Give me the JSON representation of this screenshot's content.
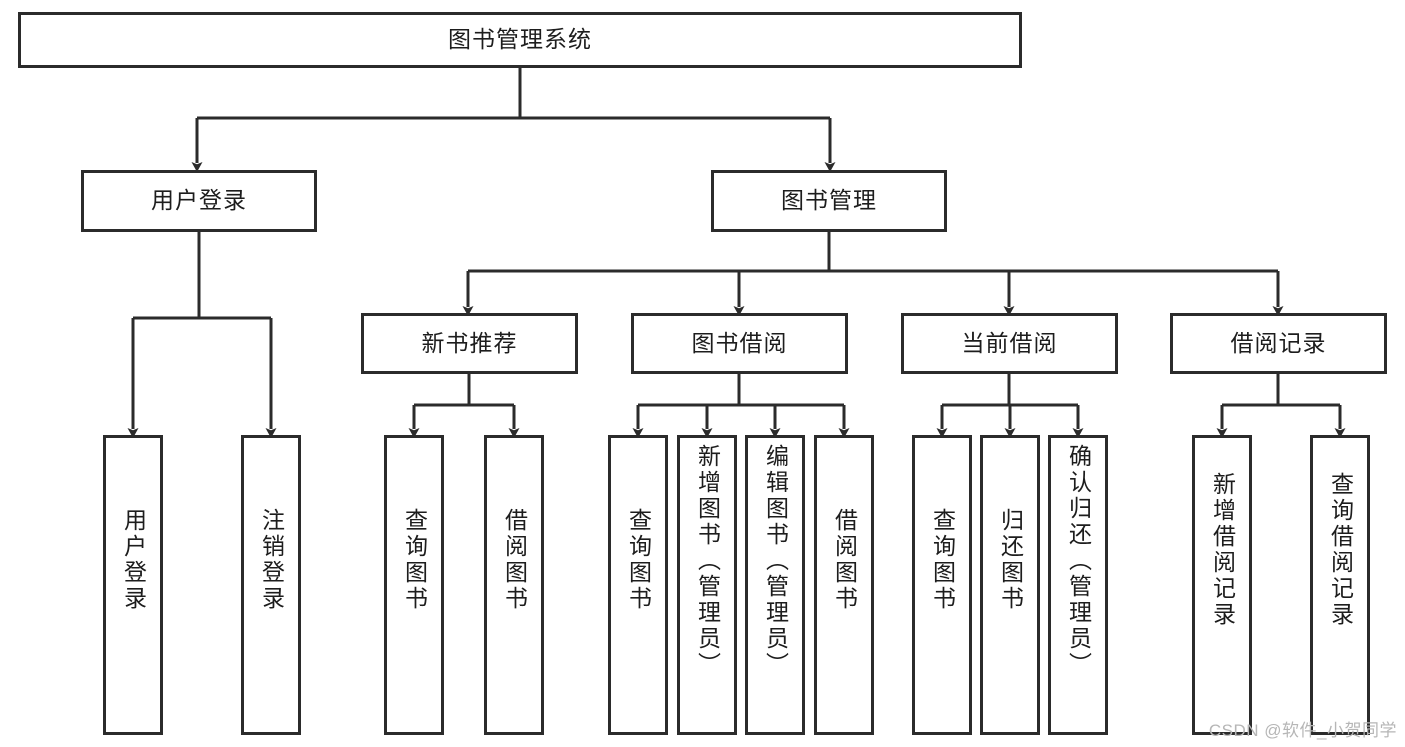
{
  "diagram": {
    "type": "tree",
    "title": "图书管理系统",
    "watermark": "CSDN @软件_小贺同学",
    "colors": {
      "stroke": "#2b2b2b",
      "fill": "#ffffff",
      "text": "#1d1d1d",
      "watermark": "#b6b6b6"
    },
    "levels": {
      "root": "图书管理系统",
      "level2": [
        "用户登录",
        "图书管理"
      ],
      "level3": [
        "新书推荐",
        "图书借阅",
        "当前借阅",
        "借阅记录"
      ]
    },
    "nodes": {
      "root": {
        "label": "图书管理系统",
        "orientation": "horizontal"
      },
      "user_login": {
        "label": "用户登录",
        "orientation": "horizontal"
      },
      "book_manage": {
        "label": "图书管理",
        "orientation": "horizontal"
      },
      "new_book_rec": {
        "label": "新书推荐",
        "orientation": "horizontal"
      },
      "book_borrow": {
        "label": "图书借阅",
        "orientation": "horizontal"
      },
      "current_borrow": {
        "label": "当前借阅",
        "orientation": "horizontal"
      },
      "borrow_record": {
        "label": "借阅记录",
        "orientation": "horizontal"
      },
      "leaf_user_login": {
        "label": "用户登录",
        "orientation": "vertical"
      },
      "leaf_logout": {
        "label": "注销登录",
        "orientation": "vertical"
      },
      "leaf_query_book_1": {
        "label": "查询图书",
        "orientation": "vertical"
      },
      "leaf_borrow_book_1": {
        "label": "借阅图书",
        "orientation": "vertical"
      },
      "leaf_query_book_2": {
        "label": "查询图书",
        "orientation": "vertical"
      },
      "leaf_add_book": {
        "label": "新增图书（管理员）",
        "orientation": "vertical"
      },
      "leaf_edit_book": {
        "label": "编辑图书（管理员）",
        "orientation": "vertical"
      },
      "leaf_borrow_book_2": {
        "label": "借阅图书",
        "orientation": "vertical"
      },
      "leaf_query_book_3": {
        "label": "查询图书",
        "orientation": "vertical"
      },
      "leaf_return_book": {
        "label": "归还图书",
        "orientation": "vertical"
      },
      "leaf_confirm_return": {
        "label": "确认归还（管理员）",
        "orientation": "vertical"
      },
      "leaf_add_record": {
        "label": "新增借阅记录",
        "orientation": "vertical"
      },
      "leaf_query_record": {
        "label": "查询借阅记录",
        "orientation": "vertical"
      }
    },
    "edges": [
      {
        "from": "图书管理系统",
        "to": "用户登录"
      },
      {
        "from": "图书管理系统",
        "to": "图书管理"
      },
      {
        "from": "用户登录",
        "to": "用户登录"
      },
      {
        "from": "用户登录",
        "to": "注销登录"
      },
      {
        "from": "图书管理",
        "to": "新书推荐"
      },
      {
        "from": "图书管理",
        "to": "图书借阅"
      },
      {
        "from": "图书管理",
        "to": "当前借阅"
      },
      {
        "from": "图书管理",
        "to": "借阅记录"
      },
      {
        "from": "新书推荐",
        "to": "查询图书"
      },
      {
        "from": "新书推荐",
        "to": "借阅图书"
      },
      {
        "from": "图书借阅",
        "to": "查询图书"
      },
      {
        "from": "图书借阅",
        "to": "新增图书（管理员）"
      },
      {
        "from": "图书借阅",
        "to": "编辑图书（管理员）"
      },
      {
        "from": "图书借阅",
        "to": "借阅图书"
      },
      {
        "from": "当前借阅",
        "to": "查询图书"
      },
      {
        "from": "当前借阅",
        "to": "归还图书"
      },
      {
        "from": "当前借阅",
        "to": "确认归还（管理员）"
      },
      {
        "from": "借阅记录",
        "to": "新增借阅记录"
      },
      {
        "from": "借阅记录",
        "to": "查询借阅记录"
      }
    ]
  }
}
